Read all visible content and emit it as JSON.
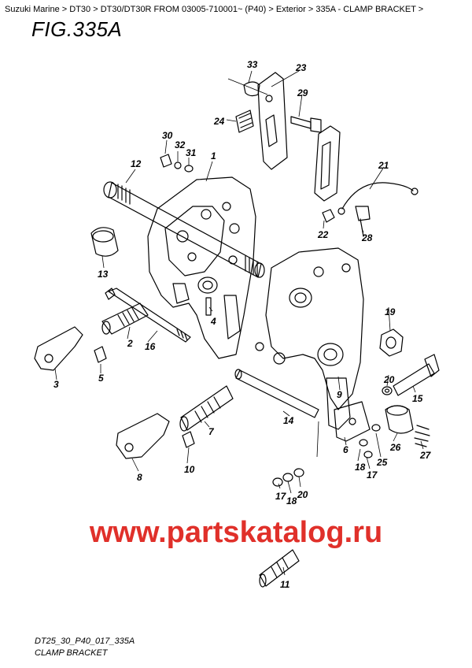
{
  "breadcrumb": {
    "items": [
      "Suzuki Marine",
      "DT30",
      "DT30/DT30R FROM 03005-710001~ (P40)",
      "Exterior",
      "335A - CLAMP BRACKET"
    ],
    "separator": " > ",
    "trailing": " >"
  },
  "figure": {
    "title": "FIG.335A"
  },
  "callouts": [
    "1",
    "2",
    "3",
    "4",
    "5",
    "6",
    "7",
    "8",
    "9",
    "10",
    "11",
    "12",
    "13",
    "14",
    "15",
    "16",
    "17",
    "18",
    "19",
    "20",
    "21",
    "22",
    "23",
    "24",
    "25",
    "26",
    "27",
    "28",
    "29",
    "30",
    "31",
    "32",
    "33"
  ],
  "watermark": "www.partskatalog.ru",
  "footer": {
    "code": "DT25_30_P40_017_335A",
    "name": "CLAMP BRACKET"
  },
  "colors": {
    "watermark": "#e0302a",
    "lines": "#000000"
  }
}
